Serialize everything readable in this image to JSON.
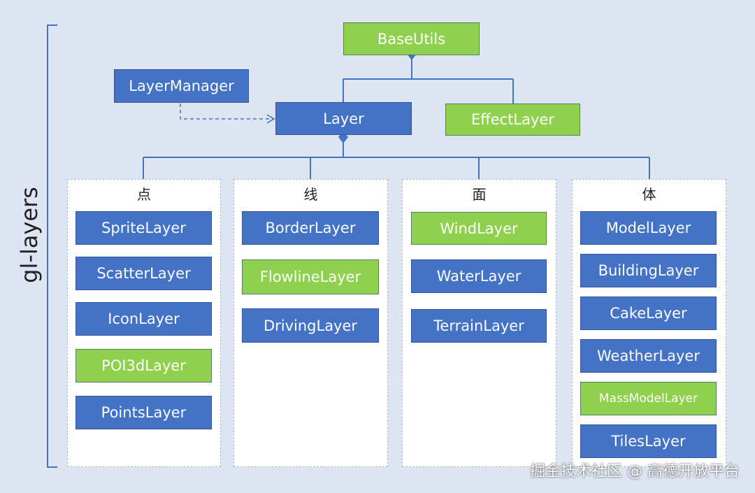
{
  "diagram": {
    "side_label": "gl-layers",
    "top_nodes": {
      "base_utils": "BaseUtils",
      "layer_manager": "LayerManager",
      "layer": "Layer",
      "effect_layer": "EffectLayer"
    },
    "groups": [
      {
        "title": "点",
        "items": [
          {
            "label": "SpriteLayer",
            "color": "blue"
          },
          {
            "label": "ScatterLayer",
            "color": "blue"
          },
          {
            "label": "IconLayer",
            "color": "blue"
          },
          {
            "label": "POI3dLayer",
            "color": "green"
          },
          {
            "label": "PointsLayer",
            "color": "blue"
          }
        ]
      },
      {
        "title": "线",
        "items": [
          {
            "label": "BorderLayer",
            "color": "blue"
          },
          {
            "label": "FlowlineLayer",
            "color": "green"
          },
          {
            "label": "DrivingLayer",
            "color": "blue"
          }
        ]
      },
      {
        "title": "面",
        "items": [
          {
            "label": "WindLayer",
            "color": "green"
          },
          {
            "label": "WaterLayer",
            "color": "blue"
          },
          {
            "label": "TerrainLayer",
            "color": "blue"
          }
        ]
      },
      {
        "title": "体",
        "items": [
          {
            "label": "ModelLayer",
            "color": "blue"
          },
          {
            "label": "BuildingLayer",
            "color": "blue"
          },
          {
            "label": "CakeLayer",
            "color": "blue"
          },
          {
            "label": "WeatherLayer",
            "color": "blue"
          },
          {
            "label": "MassModelLayer",
            "color": "green"
          },
          {
            "label": "TilesLayer",
            "color": "blue"
          }
        ]
      }
    ],
    "colors": {
      "blue": "#4472c4",
      "green": "#8fd14f",
      "connector": "#4472c4",
      "background": "#dde5f3"
    }
  },
  "watermark": "掘金技术社区 @ 高德开放平台"
}
